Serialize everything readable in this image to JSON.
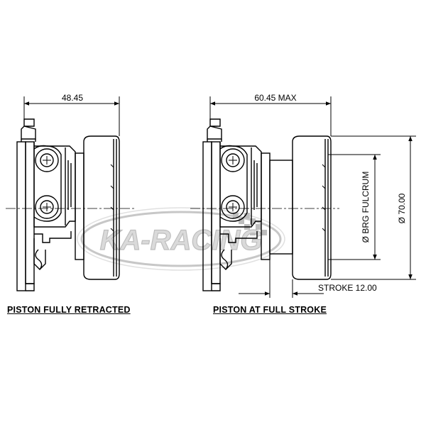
{
  "diagram": {
    "left_view": {
      "caption": "PISTON FULLY RETRACTED",
      "dimension": "48.45"
    },
    "right_view": {
      "caption": "PISTON AT FULL STROKE",
      "dimension_top": "60.45 MAX",
      "dimension_stroke": "STROKE 12.00",
      "dimension_fulcrum": "Ø BRG FULCRUM",
      "dimension_diameter": "Ø 70.00"
    },
    "watermark": "KA-RACING"
  },
  "colors": {
    "line": "#000000",
    "watermark": "#bfbfbf",
    "background": "#ffffff"
  }
}
